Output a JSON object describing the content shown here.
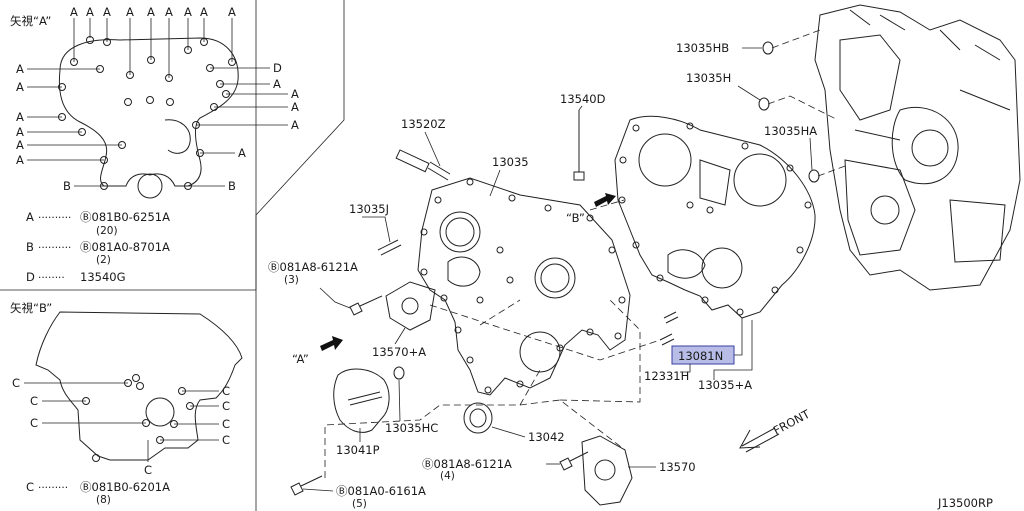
{
  "view_a": {
    "title": "矢視“A”",
    "callout": "A",
    "top_callouts": [
      "A",
      "A",
      "A",
      "A",
      "A",
      "A",
      "A",
      "A",
      "A"
    ],
    "left_callouts": [
      "A",
      "A",
      "A",
      "A",
      "A",
      "A"
    ],
    "right_callouts": [
      "D",
      "A",
      "A",
      "A",
      "A",
      "A"
    ],
    "bottom_callouts": [
      "B",
      "B"
    ],
    "legend": [
      {
        "letter": "A",
        "dots": "··········",
        "part": "Ⓑ081B0-6251A",
        "qty": "(20)"
      },
      {
        "letter": "B",
        "dots": "··········",
        "part": "Ⓑ081A0-8701A",
        "qty": "(2)"
      },
      {
        "letter": "D",
        "dots": "········",
        "part": "13540G",
        "qty": ""
      }
    ]
  },
  "view_b": {
    "title": "矢視“B”",
    "left_callouts": [
      "C",
      "C",
      "C"
    ],
    "right_callouts": [
      "C",
      "C",
      "C",
      "C"
    ],
    "bottom_callout": "C",
    "legend": {
      "letter": "C",
      "dots": "·········",
      "part": "Ⓑ081B0-6201A",
      "qty": "(8)"
    }
  },
  "parts": {
    "p13035HB": "13035HB",
    "p13035H": "13035H",
    "p13540D": "13540D",
    "p13520Z": "13520Z",
    "p13035HA": "13035HA",
    "p13035": "13035",
    "p13035J": "13035J",
    "bolt_8121_a": "Ⓑ081A8-6121A",
    "bolt_8121_a_qty": "(3)",
    "p13570A": "13570+A",
    "p13081N": "13081N",
    "p12331H": "12331H",
    "p13035A": "13035+A",
    "p13035HC": "13035HC",
    "p13042": "13042",
    "p13041P": "13041P",
    "bolt_8121_b": "Ⓑ081A8-6121A",
    "bolt_8121_b_qty": "(4)",
    "p13570": "13570",
    "bolt_6161": "Ⓑ081A0-6161A",
    "bolt_6161_qty": "(5)",
    "arrow_a": "“A”",
    "arrow_b": "“B”",
    "front": "FRONT",
    "diagram_code": "J13500RP"
  },
  "colors": {
    "highlight_fill": "#b7bde6",
    "highlight_stroke": "#3a3fa0",
    "ink": "#222222"
  }
}
